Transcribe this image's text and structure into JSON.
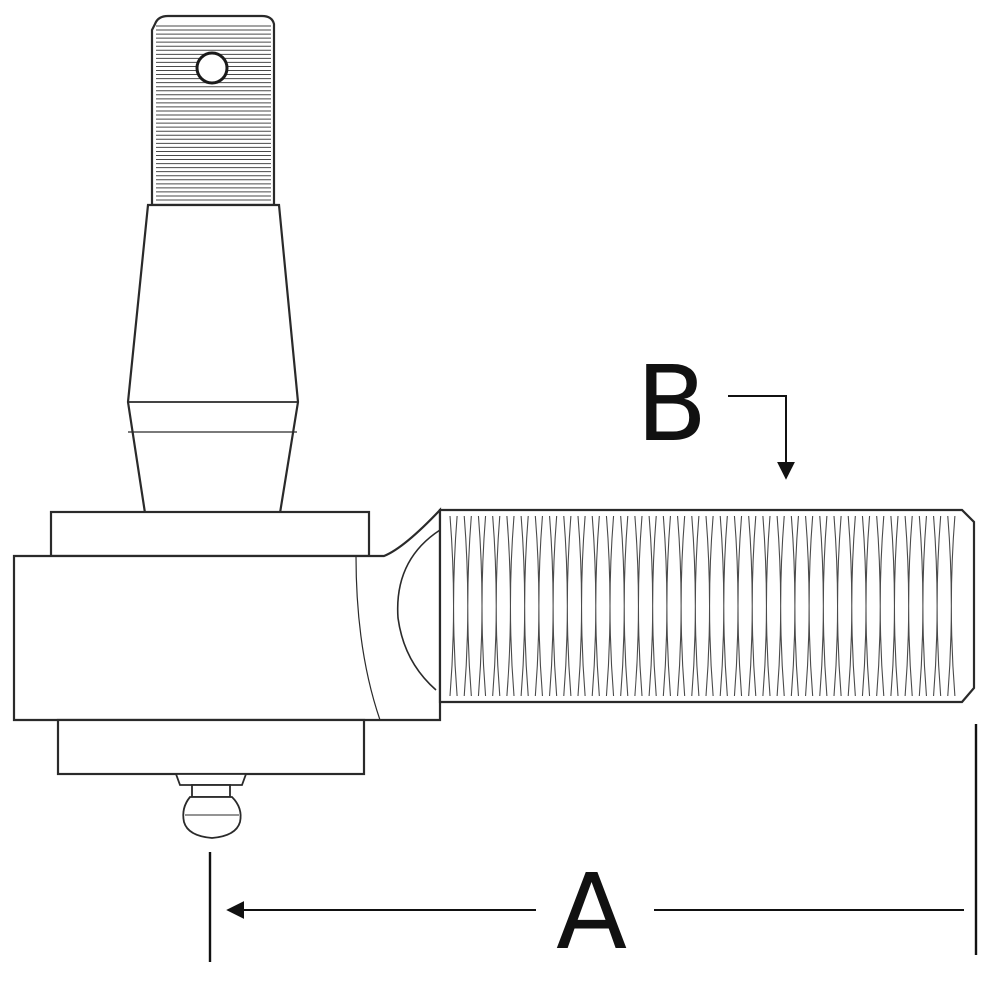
{
  "colors": {
    "stroke": "#2a2a2a",
    "thin_stroke": "#4a4a4a",
    "background": "#ffffff"
  },
  "labels": {
    "dimension_a": "A",
    "dimension_b": "B"
  },
  "parts": {
    "stud_threads": 44,
    "shank_threads": 36
  }
}
